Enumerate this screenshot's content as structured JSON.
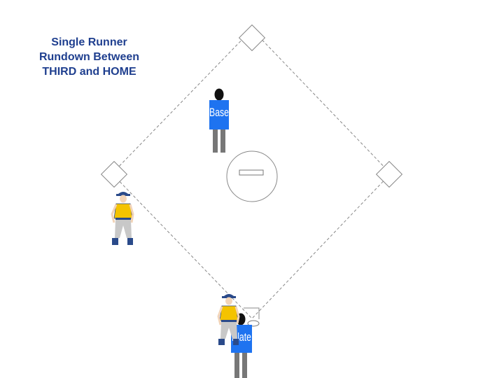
{
  "diagram": {
    "title": "Single Runner\nRundown Between\nTHIRD and HOME",
    "umpires": [
      {
        "label": "Base",
        "vest_color": "#1e73f0"
      },
      {
        "label": "Plate",
        "vest_color": "#1e73f0"
      }
    ],
    "players": [
      {
        "role": "runner",
        "jersey_color": "#f4c300",
        "pants_color": "#c8c8c8",
        "cap_color": "#2a4a8a"
      },
      {
        "role": "batter-runner",
        "jersey_color": "#f4c300",
        "pants_color": "#c8c8c8",
        "cap_color": "#2a4a8a"
      }
    ],
    "colors": {
      "title": "#1f3f8f",
      "lines": "#888888",
      "umpire_legs": "#777777"
    }
  }
}
